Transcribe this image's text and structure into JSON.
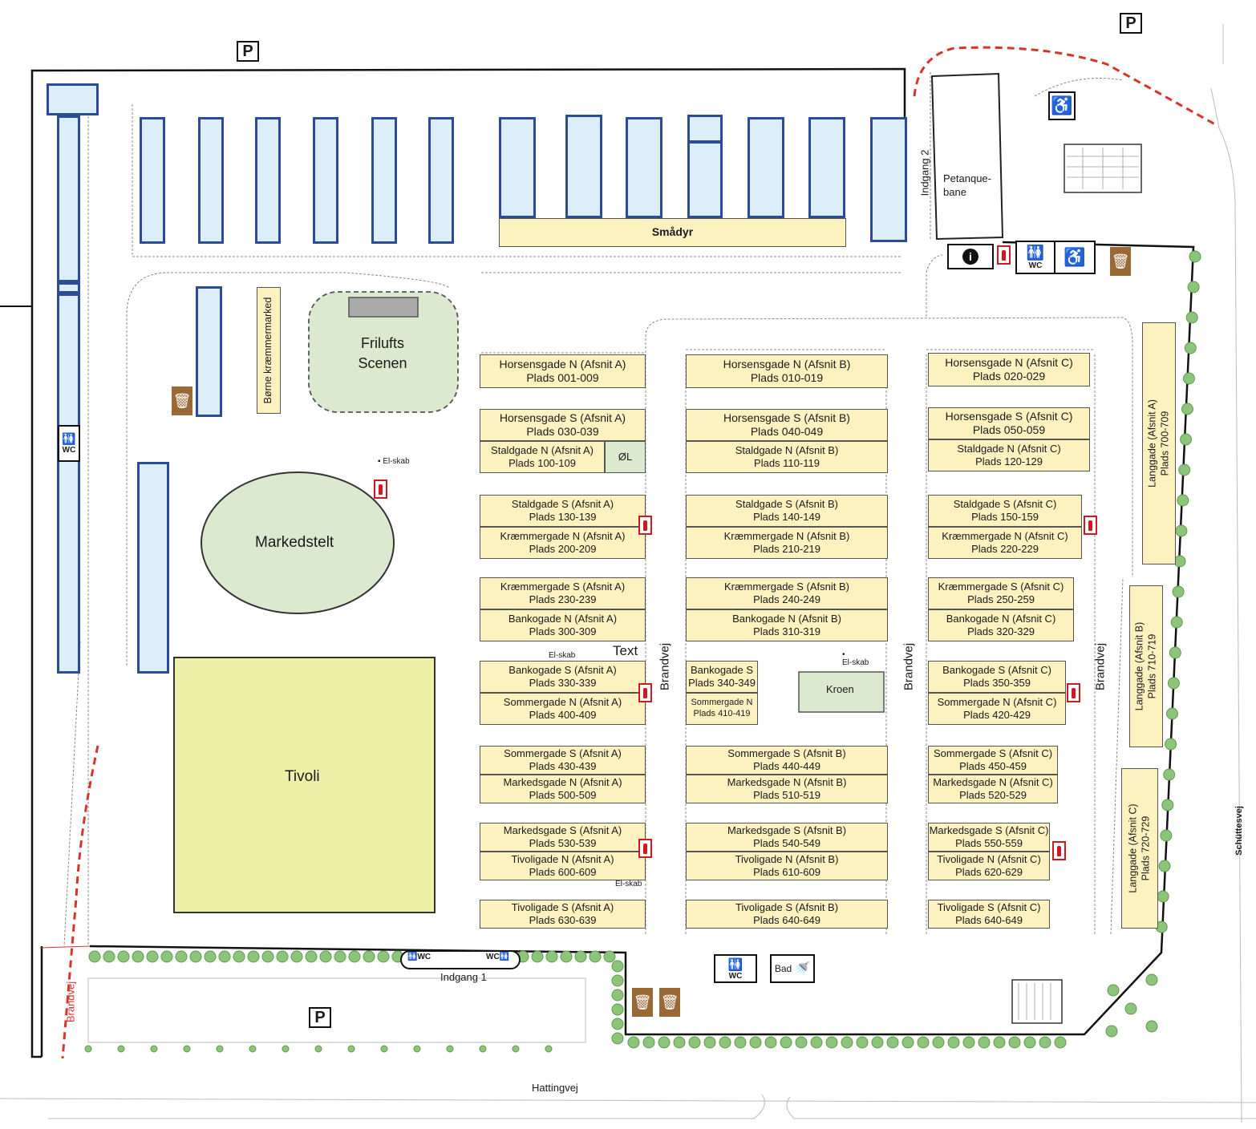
{
  "labels": {
    "smadyr": "Smådyr",
    "borne": "Børne kræmmermarked",
    "frilufts_1": "Frilufts",
    "frilufts_2": "Scenen",
    "markedstelt": "Markedstelt",
    "tivoli": "Tivoli",
    "petanque_1": "Petanque-",
    "petanque_2": "bane",
    "indgang1": "Indgang 1",
    "indgang2": "Indgang 2",
    "brandvej": "Brandvej",
    "hattingvej": "Hattingvej",
    "schuttesvej": "Schüttesvej",
    "el_skab": "El-skab",
    "text": "Text",
    "ol": "ØL",
    "kroen": "Kroen",
    "wc": "WC",
    "bad": "Bad",
    "parking": "P"
  },
  "stalls": {
    "a1": [
      "Horsensgade N (Afsnit A)",
      "Plads 001-009"
    ],
    "b1": [
      "Horsensgade N (Afsnit B)",
      "Plads 010-019"
    ],
    "c1": [
      "Horsensgade N (Afsnit C)",
      "Plads 020-029"
    ],
    "a2": [
      "Horsensgade S (Afsnit A)",
      "Plads 030-039"
    ],
    "b2": [
      "Horsensgade S (Afsnit B)",
      "Plads 040-049"
    ],
    "c2": [
      "Horsensgade S (Afsnit C)",
      "Plads 050-059"
    ],
    "a3": [
      "Staldgade N (Afsnit A)",
      "Plads 100-109"
    ],
    "b3": [
      "Staldgade N (Afsnit B)",
      "Plads 110-119"
    ],
    "c3": [
      "Staldgade N (Afsnit C)",
      "Plads 120-129"
    ],
    "a4": [
      "Staldgade S (Afsnit A)",
      "Plads 130-139"
    ],
    "b4": [
      "Staldgade S (Afsnit B)",
      "Plads 140-149"
    ],
    "c4": [
      "Staldgade S (Afsnit C)",
      "Plads 150-159"
    ],
    "a5": [
      "Kræmmergade N (Afsnit A)",
      "Plads 200-209"
    ],
    "b5": [
      "Kræmmergade N (Afsnit B)",
      "Plads 210-219"
    ],
    "c5": [
      "Kræmmergade N (Afsnit C)",
      "Plads 220-229"
    ],
    "a6": [
      "Kræmmergade S (Afsnit A)",
      "Plads 230-239"
    ],
    "b6": [
      "Kræmmergade S (Afsnit B)",
      "Plads 240-249"
    ],
    "c6": [
      "Kræmmergade S (Afsnit C)",
      "Plads 250-259"
    ],
    "a7": [
      "Bankogade N (Afsnit A)",
      "Plads 300-309"
    ],
    "b7": [
      "Bankogade N (Afsnit B)",
      "Plads 310-319"
    ],
    "c7": [
      "Bankogade N (Afsnit C)",
      "Plads 320-329"
    ],
    "a8": [
      "Bankogade S (Afsnit A)",
      "Plads 330-339"
    ],
    "b8": [
      "Bankogade S",
      "Plads 340-349"
    ],
    "c8": [
      "Bankogade S (Afsnit C)",
      "Plads 350-359"
    ],
    "a9": [
      "Sommergade N (Afsnit A)",
      "Plads 400-409"
    ],
    "b9": [
      "Sommergade N",
      "Plads 410-419"
    ],
    "c9": [
      "Sommergade N (Afsnit C)",
      "Plads 420-429"
    ],
    "a10": [
      "Sommergade S (Afsnit A)",
      "Plads 430-439"
    ],
    "b10": [
      "Sommergade S (Afsnit B)",
      "Plads 440-449"
    ],
    "c10": [
      "Sommergade S (Afsnit C)",
      "Plads 450-459"
    ],
    "a11": [
      "Markedsgade N (Afsnit A)",
      "Plads 500-509"
    ],
    "b11": [
      "Markedsgade N (Afsnit B)",
      "Plads 510-519"
    ],
    "c11": [
      "Markedsgade N (Afsnit C)",
      "Plads 520-529"
    ],
    "a12": [
      "Markedsgade S (Afsnit A)",
      "Plads 530-539"
    ],
    "b12": [
      "Markedsgade S (Afsnit B)",
      "Plads 540-549"
    ],
    "c12": [
      "Markedsgade S (Afsnit C)",
      "Plads 550-559"
    ],
    "a13": [
      "Tivoligade N (Afsnit A)",
      "Plads 600-609"
    ],
    "b13": [
      "Tivoligade N (Afsnit B)",
      "Plads 610-609"
    ],
    "c13": [
      "Tivoligade N (Afsnit C)",
      "Plads 620-629"
    ],
    "a14": [
      "Tivoligade S (Afsnit A)",
      "Plads 630-639"
    ],
    "b14": [
      "Tivoligade S (Afsnit B)",
      "Plads 640-649"
    ],
    "c14": [
      "Tivoligade S (Afsnit C)",
      "Plads 640-649"
    ],
    "la": [
      "Langgade (Afsnit A)",
      "Plads 700-709"
    ],
    "lb": [
      "Langgade (Afsnit B)",
      "Plads 710-719"
    ],
    "lc": [
      "Langgade (Afsnit C)",
      "Plads 720-729"
    ]
  },
  "colors": {
    "stall_fill": "#fdf1c0",
    "blue_fill": "#dceefa",
    "blue_border": "#2c4b9a",
    "green_fill": "#dbe9cf",
    "tivoli_fill": "#eef0a8",
    "fire_red": "#d0191f",
    "bin_brown": "#9a6a36",
    "fire_road": "#d9342b",
    "tree_green": "#8cc47a"
  }
}
